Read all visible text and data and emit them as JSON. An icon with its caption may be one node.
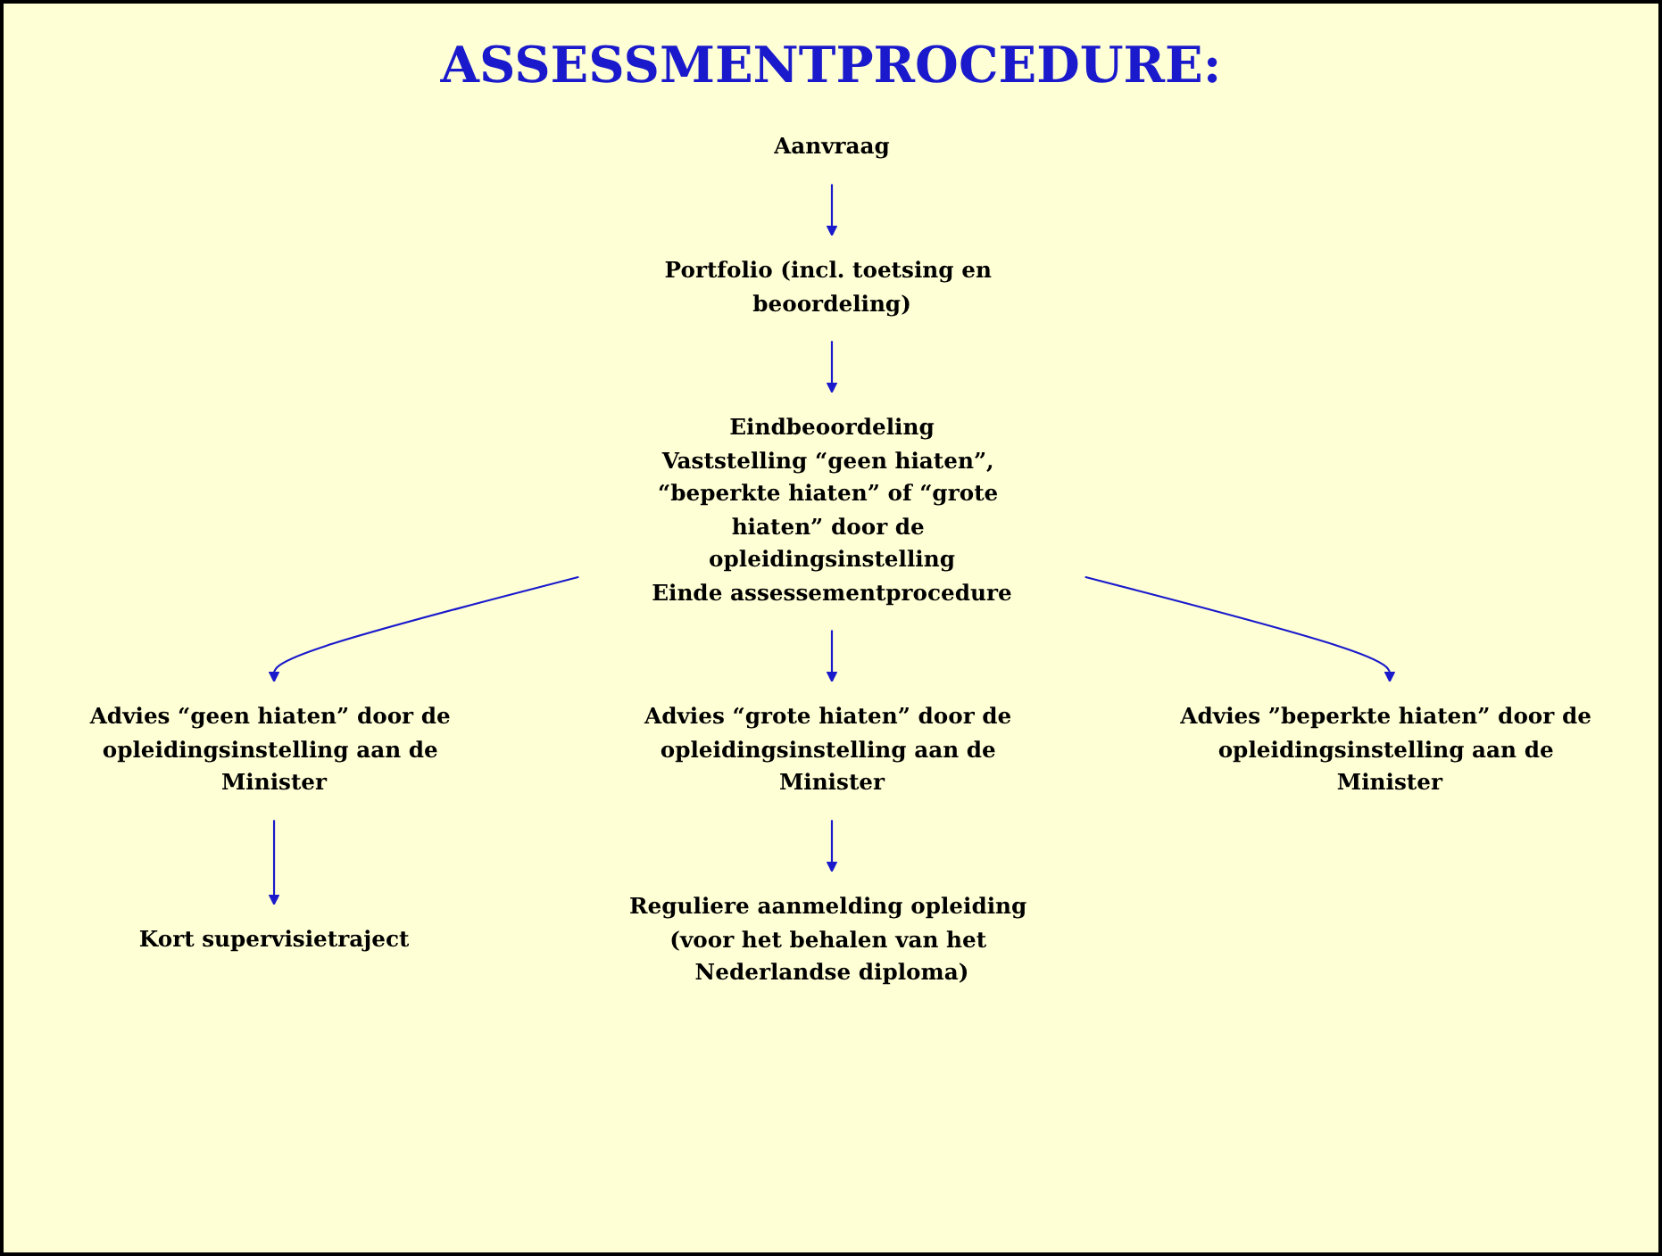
{
  "diagram": {
    "title": "ASSESSMENTPROCEDURE:",
    "nodes": [
      {
        "text": [
          "Aanvraag"
        ]
      },
      {
        "text": [
          "Portfolio (incl. toetsing en beoordeling)"
        ]
      },
      {
        "text": [
          "Eindbeoordeling",
          "Vaststelling “geen hiaten”, “beperkte hiaten” of “grote hiaten” door de opleidingsinstelling",
          "Einde assessementprocedure"
        ]
      },
      {
        "text": [
          "Advies “geen hiaten” door de opleidingsinstelling aan de Minister"
        ]
      },
      {
        "text": [
          "Advies “grote hiaten” door de opleidingsinstelling aan de Minister"
        ]
      },
      {
        "text": [
          "Kort supervisietraject"
        ]
      },
      {
        "text": [
          "Reguliere aanmelding opleiding (voor het behalen van het Nederlandse diploma)"
        ]
      },
      {
        "text": [
          "Advies ”beperkte hiaten” door de opleidingsinstelling aan de Minister"
        ]
      }
    ],
    "edges": [
      {
        "from": 0,
        "to": 1,
        "arrow": "to"
      },
      {
        "from": 1,
        "to": 2,
        "arrow": "to"
      },
      {
        "from": 2,
        "to": 3,
        "arrow": "to"
      },
      {
        "from": 2,
        "to": 7,
        "arrow": "to"
      },
      {
        "from": 2,
        "to": 4,
        "arrow": "to"
      },
      {
        "from": 3,
        "to": 5,
        "arrow": "to"
      },
      {
        "from": 4,
        "to": 6,
        "arrow": "to"
      }
    ]
  }
}
